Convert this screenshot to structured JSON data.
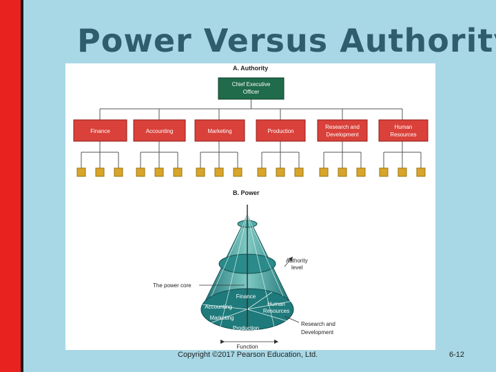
{
  "slide": {
    "title": "Power Versus Authority",
    "copyright": "Copyright ©2017 Pearson Education, Ltd.",
    "page_number": "6-12"
  },
  "authority_chart": {
    "heading": "A.  Authority",
    "ceo": [
      "Chief Executive",
      "Officer"
    ],
    "departments": [
      [
        "Finance"
      ],
      [
        "Accounting"
      ],
      [
        "Marketing"
      ],
      [
        "Production"
      ],
      [
        "Research and",
        "Development"
      ],
      [
        "Human",
        "Resources"
      ]
    ],
    "colors": {
      "ceo": "#1f6b4a",
      "department": "#d9413a",
      "employee": "#d8a52a"
    }
  },
  "power_diagram": {
    "heading": "B.  Power",
    "authority_level": [
      "Authority",
      "level"
    ],
    "power_core": "The power core",
    "function": "Function",
    "functions": {
      "finance": "Finance",
      "accounting": "Accounting",
      "marketing": "Marketing",
      "production": "Production",
      "human_resources": [
        "Human",
        "Resources"
      ],
      "research": [
        "Research and",
        "Development"
      ]
    },
    "colors": {
      "cone": "#2b8a8a",
      "cone_light": "#6fc0bc"
    }
  }
}
